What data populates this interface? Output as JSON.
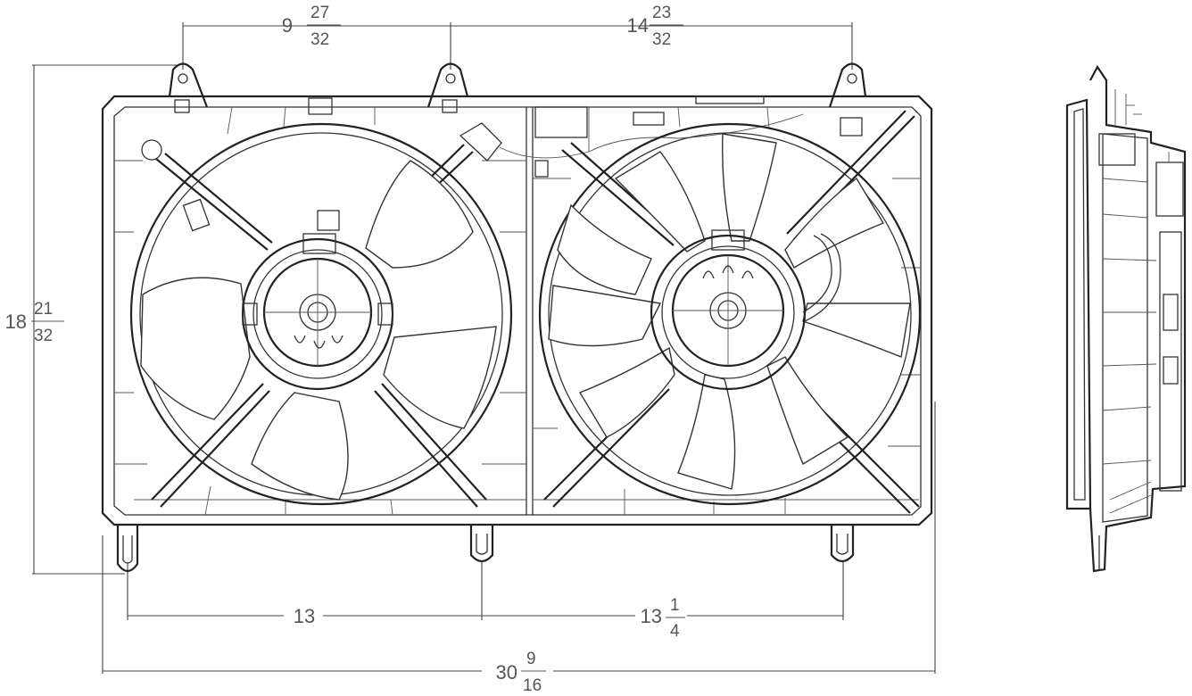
{
  "dimensions": {
    "top_left": {
      "whole": "9",
      "num": "27",
      "den": "32"
    },
    "top_right": {
      "whole": "14",
      "num": "23",
      "den": "32"
    },
    "height": {
      "whole": "18",
      "num": "21",
      "den": "32"
    },
    "bottom_left": {
      "whole": "13"
    },
    "bottom_right": {
      "whole": "13",
      "num": "1",
      "den": "4"
    },
    "overall_width": {
      "whole": "30",
      "num": "9",
      "den": "16"
    }
  },
  "colors": {
    "line": "#222222",
    "dimension": "#555555",
    "background": "#ffffff"
  }
}
